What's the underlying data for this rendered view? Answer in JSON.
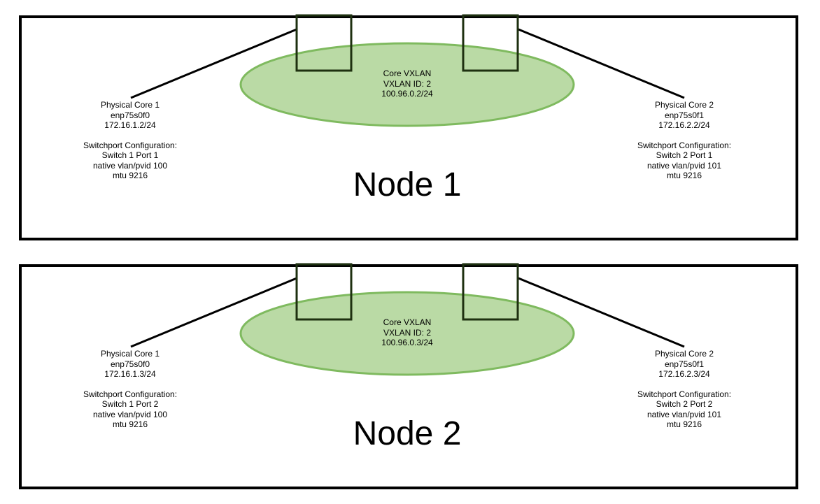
{
  "colors": {
    "vxlan_fill": "#a9d18e",
    "vxlan_stroke": "#7fba5f",
    "box_stroke": "#000000",
    "port_stroke": "#1e3010"
  },
  "nodes": [
    {
      "title": "Node 1",
      "vxlan": {
        "name": "Core VXLAN",
        "id": "VXLAN ID: 2",
        "address": "100.96.0.2/24"
      },
      "core1": {
        "name": "Physical Core 1",
        "iface": "enp75s0f0",
        "address": "172.16.1.2/24",
        "switchport_heading": "Switchport Configuration:",
        "port": "Switch 1 Port 1",
        "vlan": "native vlan/pvid 100",
        "mtu": "mtu 9216"
      },
      "core2": {
        "name": "Physical Core 2",
        "iface": "enp75s0f1",
        "address": "172.16.2.2/24",
        "switchport_heading": "Switchport Configuration:",
        "port": "Switch 2 Port 1",
        "vlan": "native vlan/pvid 101",
        "mtu": "mtu 9216"
      }
    },
    {
      "title": "Node 2",
      "vxlan": {
        "name": "Core VXLAN",
        "id": "VXLAN ID: 2",
        "address": "100.96.0.3/24"
      },
      "core1": {
        "name": "Physical Core 1",
        "iface": "enp75s0f0",
        "address": "172.16.1.3/24",
        "switchport_heading": "Switchport Configuration:",
        "port": "Switch 1 Port 2",
        "vlan": "native vlan/pvid 100",
        "mtu": "mtu 9216"
      },
      "core2": {
        "name": "Physical Core 2",
        "iface": "enp75s0f1",
        "address": "172.16.2.3/24",
        "switchport_heading": "Switchport Configuration:",
        "port": "Switch 2 Port 2",
        "vlan": "native vlan/pvid 101",
        "mtu": "mtu 9216"
      }
    }
  ]
}
